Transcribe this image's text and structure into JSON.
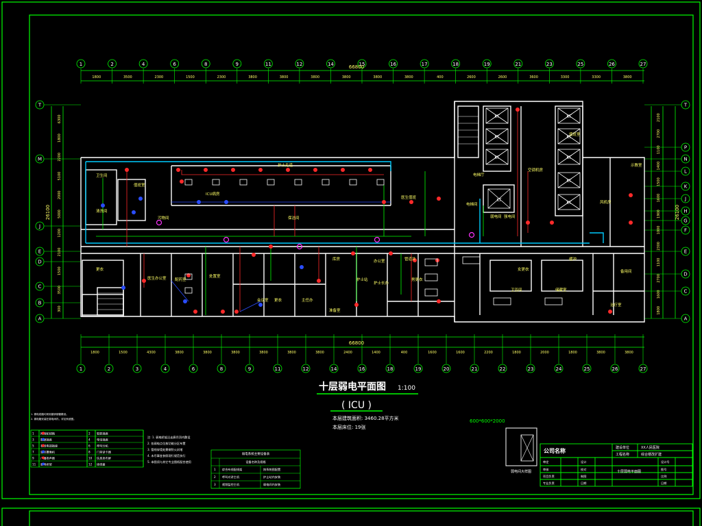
{
  "drawing": {
    "title": "十层弱电平面图",
    "scale": "1:100",
    "subtitle": "( ICU )",
    "area_note": "本层建筑面积: 3460.28平方米",
    "beds_note": "本层床位: 19张",
    "shaft_note": "600*600*2000"
  },
  "axes_top": {
    "total": "66800",
    "grid_labels": [
      "1",
      "2",
      "4",
      "6",
      "8",
      "9",
      "11",
      "12",
      "14",
      "15",
      "16",
      "17",
      "18",
      "19",
      "21",
      "23",
      "25",
      "26",
      "27"
    ],
    "dims": [
      "1800",
      "3500",
      "2300",
      "1500",
      "2300",
      "3800",
      "3800",
      "3800",
      "3800",
      "3800",
      "3800",
      "400",
      "2600",
      "2600",
      "3600",
      "3300",
      "3300",
      "3800"
    ]
  },
  "axes_bottom": {
    "total": "66800",
    "grid_labels": [
      "1",
      "2",
      "3",
      "4",
      "6",
      "8",
      "9",
      "11",
      "12",
      "14",
      "16",
      "18",
      "19",
      "20",
      "21",
      "22",
      "23",
      "24",
      "25",
      "26",
      "27"
    ],
    "dims": [
      "1800",
      "1500",
      "4300",
      "3800",
      "3800",
      "3800",
      "3800",
      "3800",
      "3800",
      "2400",
      "1400",
      "400",
      "1600",
      "1600",
      "2200",
      "1800",
      "2000",
      "1800",
      "3800",
      "3800"
    ]
  },
  "axes_left": {
    "total": "26100",
    "labels": [
      "T",
      "M",
      "J",
      "E",
      "D",
      "C",
      "B",
      "A"
    ],
    "dims": [
      "6300",
      "1800",
      "2200",
      "5100",
      "2000",
      "5000",
      "1200",
      "2100",
      "1500",
      "3500",
      "300"
    ]
  },
  "axes_right": {
    "labels": [
      "T",
      "P",
      "N",
      "L",
      "K",
      "J",
      "H",
      "G",
      "F",
      "E",
      "D",
      "C",
      "A"
    ],
    "dims": [
      "2100",
      "2700",
      "1100",
      "1400",
      "1500",
      "1600",
      "1900",
      "1000",
      "2300",
      "1100",
      "2700",
      "1600",
      "1800"
    ],
    "total": "26100"
  },
  "room_labels": [
    "护士走道",
    "ICU病房",
    "卫生间",
    "清洗间",
    "值班室",
    "污物间",
    "更衣",
    "医生办公室",
    "配药室",
    "处置室",
    "会议室",
    "更衣",
    "电梯厅",
    "空调机房",
    "电梯间",
    "弱电间",
    "强电间",
    "风机房",
    "示教室",
    "医生值班",
    "护士站",
    "库房",
    "主任办",
    "护士长办",
    "男更衣",
    "女更衣",
    "缓冲",
    "卫浴间",
    "储藏室",
    "备用间",
    "治疗室",
    "办公室",
    "准备室",
    "值班室",
    "管道井",
    "保洁间"
  ],
  "legend": {
    "notes": [
      "1. 弱电线路均采用镀锌钢管敷设。",
      "2. 弱电箱安装在弱电间内，详见系统图。"
    ],
    "rows": [
      [
        "1",
        "网络配线箱",
        "2",
        "智能插座"
      ],
      [
        "3",
        "数据插座",
        "4",
        "电话插座"
      ],
      [
        "5",
        "有线电视插座",
        "6",
        "呼叫分机"
      ],
      [
        "7",
        "监控摄像机",
        "8",
        "门禁读卡器"
      ],
      [
        "9",
        "广播扬声器",
        "10",
        "信息发布屏"
      ],
      [
        "11",
        "弱电桥架",
        "12",
        "接线盒"
      ]
    ]
  },
  "notes_block": [
    "注: 1. 弱电桥架沿走廊吊顶内敷设",
    "2. 各弱电点位按功能分区布置",
    "3. 管线穿墙处需做防火封堵",
    "4. 未尽事宜参照现行规范执行",
    "5. 本图须与其它专业图纸配合使用"
  ],
  "sys_table": {
    "title": "弱电系统主要设备表",
    "head": "设备名称及规格",
    "rows": [
      [
        "1",
        "综合布线配线架",
        "按系统图配置"
      ],
      [
        "2",
        "呼叫对讲主机",
        "护士站内安装"
      ],
      [
        "3",
        "视频监控主机",
        "弱电间内安装"
      ]
    ]
  },
  "shaft_detail_label": "弱电间大样图",
  "title_block": {
    "company": "公司名称",
    "project_label": "建设单位",
    "project_value": "XX人民医院",
    "work_label": "工程名称",
    "work_value": "综合楼改扩建",
    "drawing_name": "十层弱电平面图",
    "cells_left": [
      "审定",
      "审核",
      "项目负责",
      "专业负责"
    ],
    "cells_mid": [
      "设计",
      "校对",
      "制图",
      "日期"
    ],
    "cells_right": [
      "设计号",
      "图号",
      "比例",
      "日期"
    ]
  },
  "elevator_label": "KT",
  "colors": {
    "frame": "#00ff00",
    "wall": "#ffffff",
    "cable_tray": "#00ccff",
    "device_red": "#ff2a2a",
    "device_blue": "#2a4dff",
    "device_magenta": "#ff33ff",
    "dim_green": "#00ff00",
    "text_yellow": "#ffff66"
  }
}
